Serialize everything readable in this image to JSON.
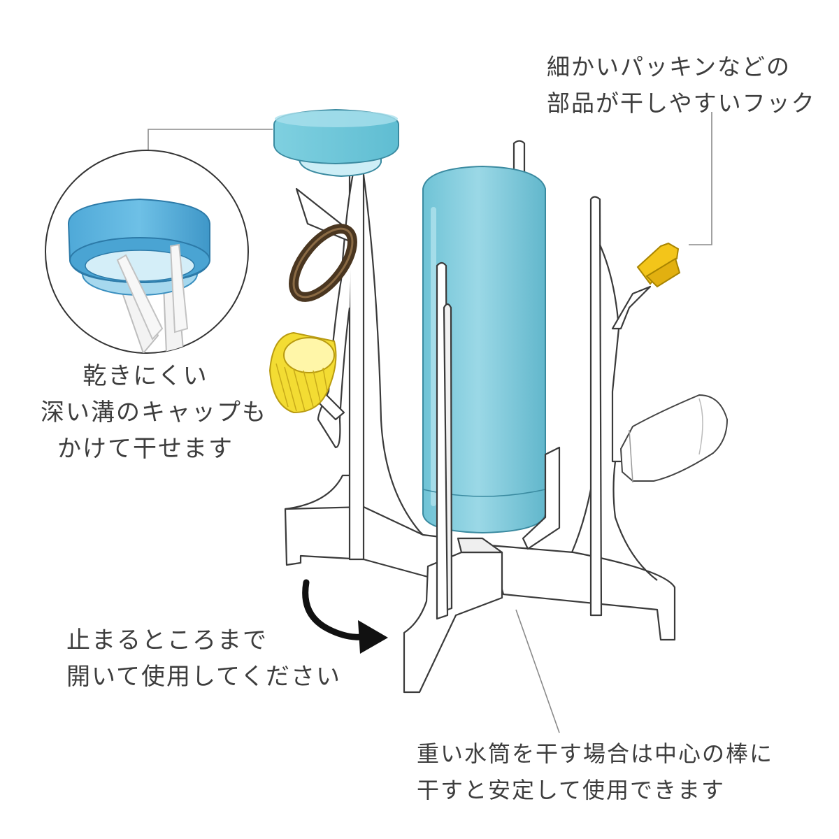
{
  "captions": {
    "hook": {
      "lines": [
        "細かいパッキンなどの",
        "部品が干しやすいフック"
      ]
    },
    "cap": {
      "lines": [
        "乾きにくい",
        "深い溝のキャップも",
        "かけて干せます"
      ]
    },
    "open": {
      "lines": [
        "止まるところまで",
        "開いて使用してください"
      ]
    },
    "center": {
      "lines": [
        "重い水筒を干す場合は中心の棒に",
        "干すと安定して使用できます"
      ]
    }
  },
  "colors": {
    "bottle_blue": "#86cfdf",
    "cap_blue": "#5fb8de",
    "gasket_brown": "#5a4326",
    "cup_yellow": "#f2dc2e",
    "nozzle_yellow": "#f0c419",
    "line_gray": "#8a8a8a",
    "outline": "#3a3a3a"
  },
  "icons": {
    "rotate_arrow": "curved-arrow-icon",
    "magnifier": "zoom-circle"
  }
}
